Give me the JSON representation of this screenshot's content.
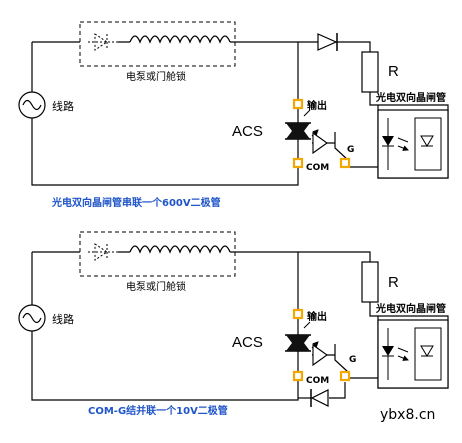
{
  "circuits": [
    {
      "enclosure_label": "电泵或门舱锁",
      "source_label": "线路",
      "output_label": "输出",
      "com_label": "COM",
      "g_label": "G",
      "acs_label": "ACS",
      "r_label": "R",
      "optocoupler_label": "光电双向晶闸管",
      "caption": "光电双向晶闸管串联一个600V二极管"
    },
    {
      "enclosure_label": "电泵或门舱锁",
      "source_label": "线路",
      "output_label": "输出",
      "com_label": "COM",
      "g_label": "G",
      "acs_label": "ACS",
      "r_label": "R",
      "optocoupler_label": "光电双向晶闸管",
      "caption": "COM-G结并联一个10V二极管"
    }
  ],
  "watermark": "ybx8.cn",
  "colors": {
    "wire": "#000000",
    "terminal": "#f2a800",
    "caption": "#1f55c9"
  }
}
